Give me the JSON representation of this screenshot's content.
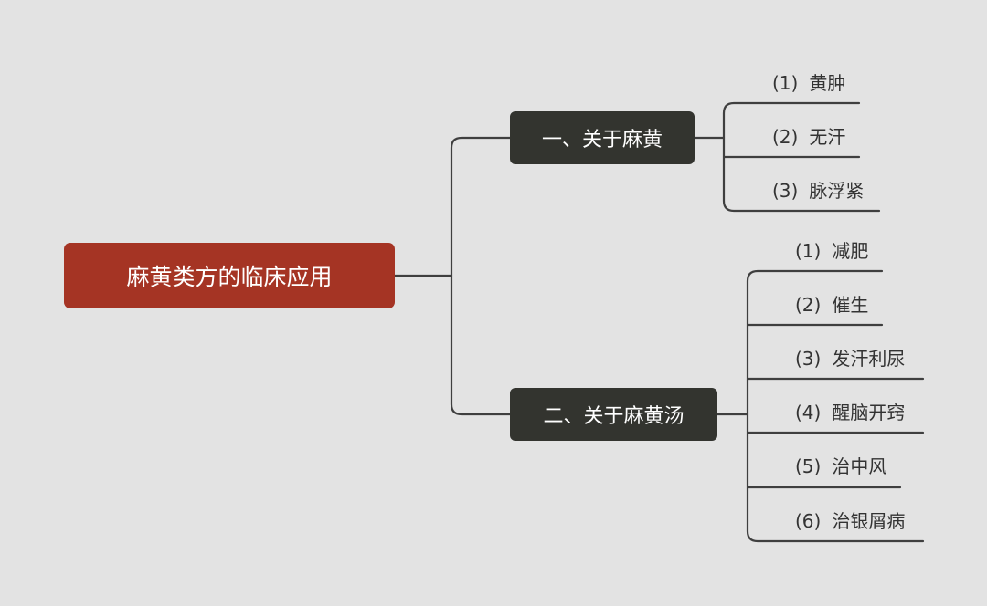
{
  "root": {
    "label": "麻黄类方的临床应用"
  },
  "branches": [
    {
      "label": "一、关于麻黄",
      "children": [
        {
          "num": "(1)",
          "text": "黄肿"
        },
        {
          "num": "(2)",
          "text": "无汗"
        },
        {
          "num": "(3)",
          "text": "脉浮紧"
        }
      ]
    },
    {
      "label": "二、关于麻黄汤",
      "children": [
        {
          "num": "(1)",
          "text": "减肥"
        },
        {
          "num": "(2)",
          "text": "催生"
        },
        {
          "num": "(3)",
          "text": "发汗利尿"
        },
        {
          "num": "(4)",
          "text": "醒脑开窍"
        },
        {
          "num": "(5)",
          "text": "治中风"
        },
        {
          "num": "(6)",
          "text": "治银屑病"
        }
      ]
    }
  ],
  "colors": {
    "background": "#e3e3e3",
    "root_fill": "#a53424",
    "branch_fill": "#33342f",
    "connector": "#3f3f3f",
    "leaf_text": "#333333"
  }
}
